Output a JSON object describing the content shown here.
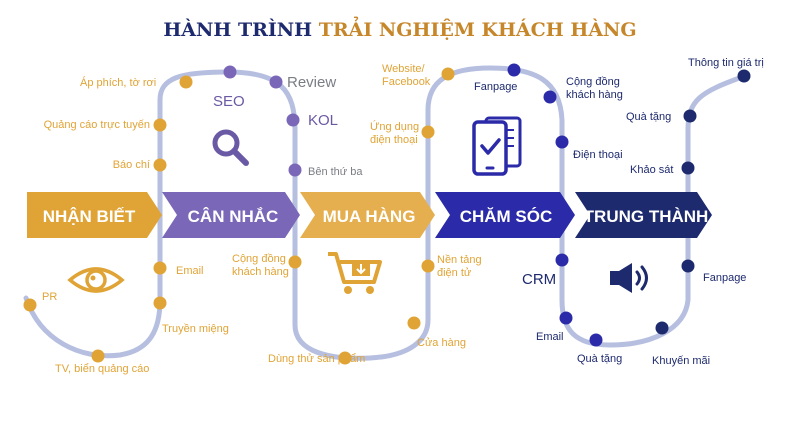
{
  "title": {
    "part1": "HÀNH TRÌNH ",
    "part2": "TRẢI NGHIỆM KHÁCH HÀNG"
  },
  "stages": [
    "NHẬN BIẾT",
    "CÂN NHẮC",
    "MUA HÀNG",
    "CHĂM SÓC",
    "TRUNG THÀNH"
  ],
  "awareness": {
    "top": [
      "Áp phích, tờ rơi",
      "Quảng cáo trực tuyến",
      "Báo chí"
    ],
    "bottom": [
      "PR",
      "TV, biển quảng cáo",
      "Truyền miệng",
      "Email"
    ]
  },
  "consideration": {
    "top": [
      "SEO",
      "Review",
      "KOL",
      "Bên thứ ba"
    ],
    "bottom": [
      "Cộng đồng\nkhách hàng",
      "Dùng thử sản phẩm"
    ]
  },
  "purchase": {
    "top": [
      "Website/\nFacebook",
      "Ứng dụng\nđiện thoại"
    ],
    "bottom": [
      "Nền tảng\nđiện tử",
      "Cửa hàng"
    ]
  },
  "care": {
    "top": [
      "Fanpage",
      "Cộng đồng\nkhách hàng",
      "Điện thoại"
    ],
    "bottom": [
      "CRM",
      "Email",
      "Quà tặng"
    ]
  },
  "loyalty": {
    "top": [
      "Thông tin giá trị",
      "Quà tặng",
      "Khảo sát"
    ],
    "bottom": [
      "Fanpage",
      "Khuyến mãi"
    ]
  },
  "icons": [
    "eye-icon",
    "magnifier-icon",
    "shopping-cart-icon",
    "mobile-checklist-icon",
    "speaker-icon"
  ],
  "colors": {
    "orange": "#e0a436",
    "purple": "#6a59a4",
    "light_purple": "#9b8fd0",
    "blue": "#2b2aa8",
    "navy": "#1e2a6e",
    "track": "#b6bfe0"
  }
}
